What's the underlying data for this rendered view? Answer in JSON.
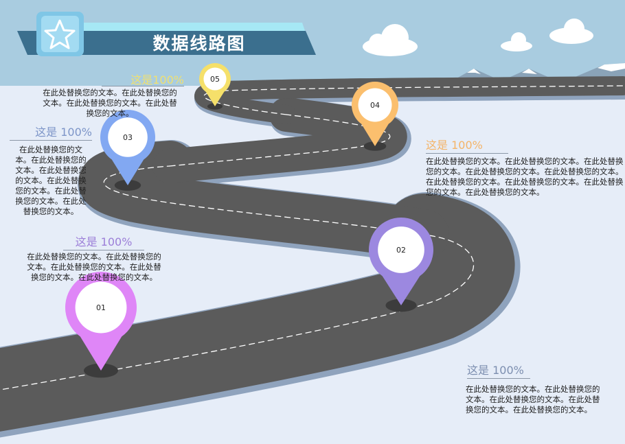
{
  "title": "数据线路图",
  "colors": {
    "sky": "#a9cce0",
    "ground": "#e6edf8",
    "road": "#5b5b5b",
    "banner": "#3b6f8e"
  },
  "milestones": [
    {
      "number": "01",
      "color": "#df86f7",
      "heading": "这是 100%",
      "text": "在此处替换您的文本。在此处替换您的文本。在此处替换您的文本。在此处替换您的文本。在此处替换您的文本。"
    },
    {
      "number": "02",
      "color": "#9c88e0",
      "heading": "这是 100%",
      "text": "在此处替换您的文本。在此处替换您的文本。在此处替换您的文本。在此处替换您的文本。在此处替换您的文本。"
    },
    {
      "number": "03",
      "color": "#82a8f2",
      "heading": "这是 100%",
      "text": "在此处替换您的文本。在此处替换您的文本。在此处替换您的文本。在此处替换您的文本。在此处替换您的文本。在此处替换您的文本。"
    },
    {
      "number": "04",
      "color": "#fbbf6e",
      "heading": "这是 100%",
      "text": "在此处替换您的文本。在此处替换您的文本。在此处替换您的文本。在此处替换您的文本。在此处替换您的文本。在此处替换您的文本。在此处替换您的文本。在此处替换您的文本。在此处替换您的文本。"
    },
    {
      "number": "05",
      "color": "#f5e06a",
      "heading": "这是100%",
      "text": "在此处替换您的文本。在此处替换您的文本。在此处替换您的文本。在此处替换您的文本。"
    }
  ]
}
